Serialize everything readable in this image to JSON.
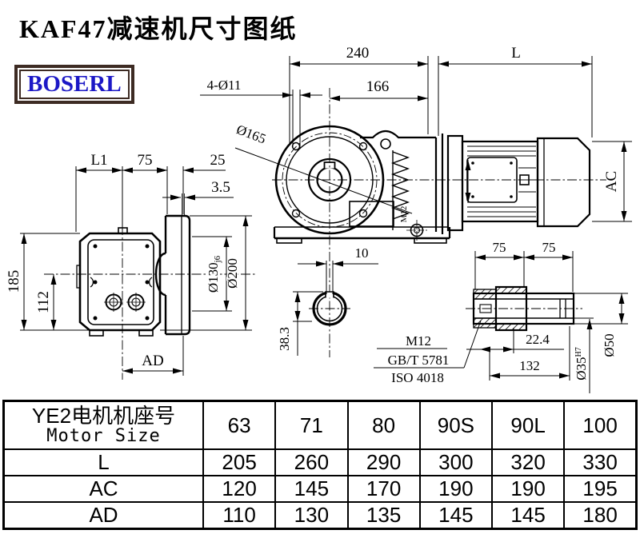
{
  "title": "KAF47减速机尺寸图纸",
  "logo": "BOSERL",
  "colors": {
    "ink": "#000000",
    "logo_text": "#1c18c6",
    "logo_border": "#3d2b23"
  },
  "front_view": {
    "dim_240": "240",
    "dim_L": "L",
    "dim_166": "166",
    "dim_holes": "4-Ø11",
    "dim_flange": "Ø165",
    "plug_label": "M12",
    "dim_AC": "AC"
  },
  "left_view": {
    "dim_L1": "L1",
    "dim_75": "75",
    "dim_25": "25",
    "dim_3_5": "3.5",
    "dim_185": "185",
    "dim_112": "112",
    "dim_AD": "AD",
    "dim_O130": "Ø130",
    "dim_O130_tol": "j6",
    "dim_O200": "Ø200"
  },
  "output_section": {
    "dim_10": "10",
    "dim_38_3": "38.3"
  },
  "bolt_note": {
    "line1": "M12",
    "line2": "GB/T 5781",
    "line3": "ISO 4018"
  },
  "shaft_detail": {
    "dim_75a": "75",
    "dim_75b": "75",
    "dim_22_4": "22.4",
    "dim_132": "132",
    "dim_O35": "Ø35",
    "dim_O35_tol": "H7",
    "dim_O50": "Ø50"
  },
  "chart_data": {
    "type": "table",
    "header_label_cn": "YE2电机机座号",
    "header_label_en": "Motor Size",
    "columns": [
      "63",
      "71",
      "80",
      "90S",
      "90L",
      "100"
    ],
    "rows": [
      {
        "label": "L",
        "values": [
          "205",
          "260",
          "290",
          "300",
          "320",
          "330"
        ]
      },
      {
        "label": "AC",
        "values": [
          "120",
          "145",
          "170",
          "190",
          "190",
          "195"
        ]
      },
      {
        "label": "AD",
        "values": [
          "110",
          "130",
          "135",
          "145",
          "145",
          "180"
        ]
      }
    ]
  }
}
